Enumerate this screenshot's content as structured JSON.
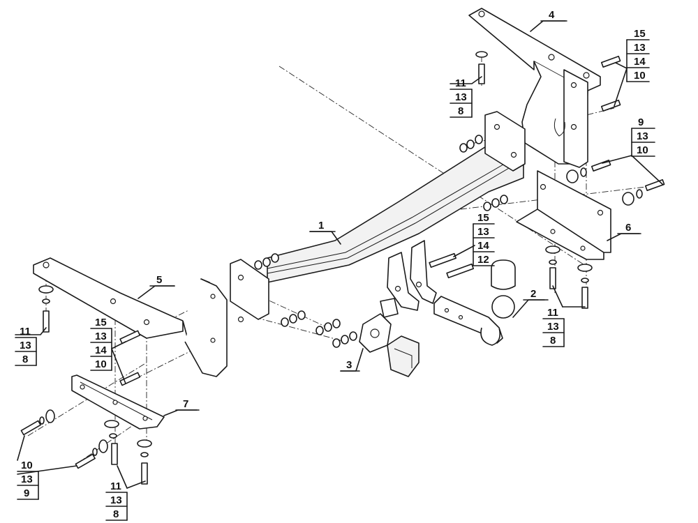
{
  "diagram": {
    "part_labels": {
      "p1": "1",
      "p2": "2",
      "p3": "3",
      "p4": "4",
      "p5": "5",
      "p6": "6",
      "p7": "7"
    },
    "callouts": {
      "tl_15_13_14_10": [
        "15",
        "13",
        "14",
        "10"
      ],
      "tr_15_13_14_10": [
        "15",
        "13",
        "14",
        "10"
      ],
      "c_15_13_14_12": [
        "15",
        "13",
        "14",
        "12"
      ],
      "tr_9_13_10": [
        "9",
        "13",
        "10"
      ],
      "l_11_13_8": [
        "11",
        "13",
        "8"
      ],
      "tr_11_13_8": [
        "11",
        "13",
        "8"
      ],
      "r_11_13_8": [
        "11",
        "13",
        "8"
      ],
      "b_11_13_8": [
        "11",
        "13",
        "8"
      ],
      "bl_10_13_9": [
        "10",
        "13",
        "9"
      ]
    }
  }
}
